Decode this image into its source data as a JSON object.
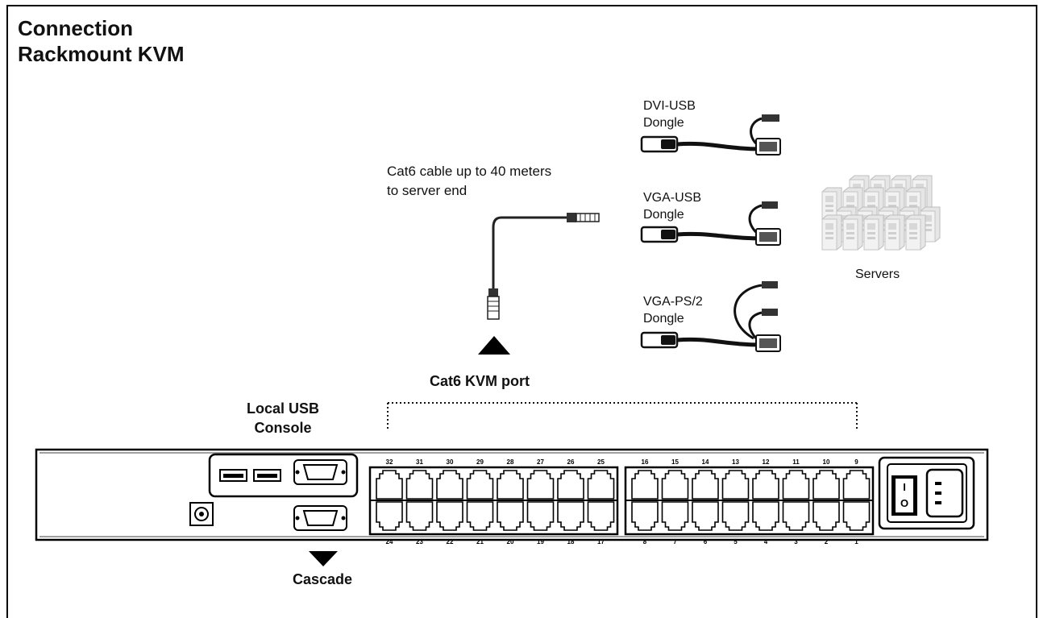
{
  "title": {
    "line1": "Connection",
    "line2": "Rackmount KVM"
  },
  "labels": {
    "cat6_cable_line1": "Cat6 cable up to 40 meters",
    "cat6_cable_line2": "to server end",
    "cat6_port": "Cat6 KVM port",
    "local_usb_line1": "Local USB",
    "local_usb_line2": "Console",
    "cascade": "Cascade",
    "servers": "Servers"
  },
  "dongles": [
    {
      "line1": "DVI-USB",
      "line2": "Dongle"
    },
    {
      "line1": "VGA-USB",
      "line2": "Dongle"
    },
    {
      "line1": "VGA-PS/2",
      "line2": "Dongle"
    }
  ],
  "ports": {
    "top_left": [
      "32",
      "31",
      "30",
      "29",
      "28",
      "27",
      "26",
      "25"
    ],
    "top_right": [
      "16",
      "15",
      "14",
      "13",
      "12",
      "11",
      "10",
      "9"
    ],
    "bottom_left": [
      "24",
      "23",
      "22",
      "21",
      "20",
      "19",
      "18",
      "17"
    ],
    "bottom_right": [
      "8",
      "7",
      "6",
      "5",
      "4",
      "3",
      "2",
      "1"
    ]
  },
  "power_switch": {
    "on": "I",
    "off": "O"
  }
}
